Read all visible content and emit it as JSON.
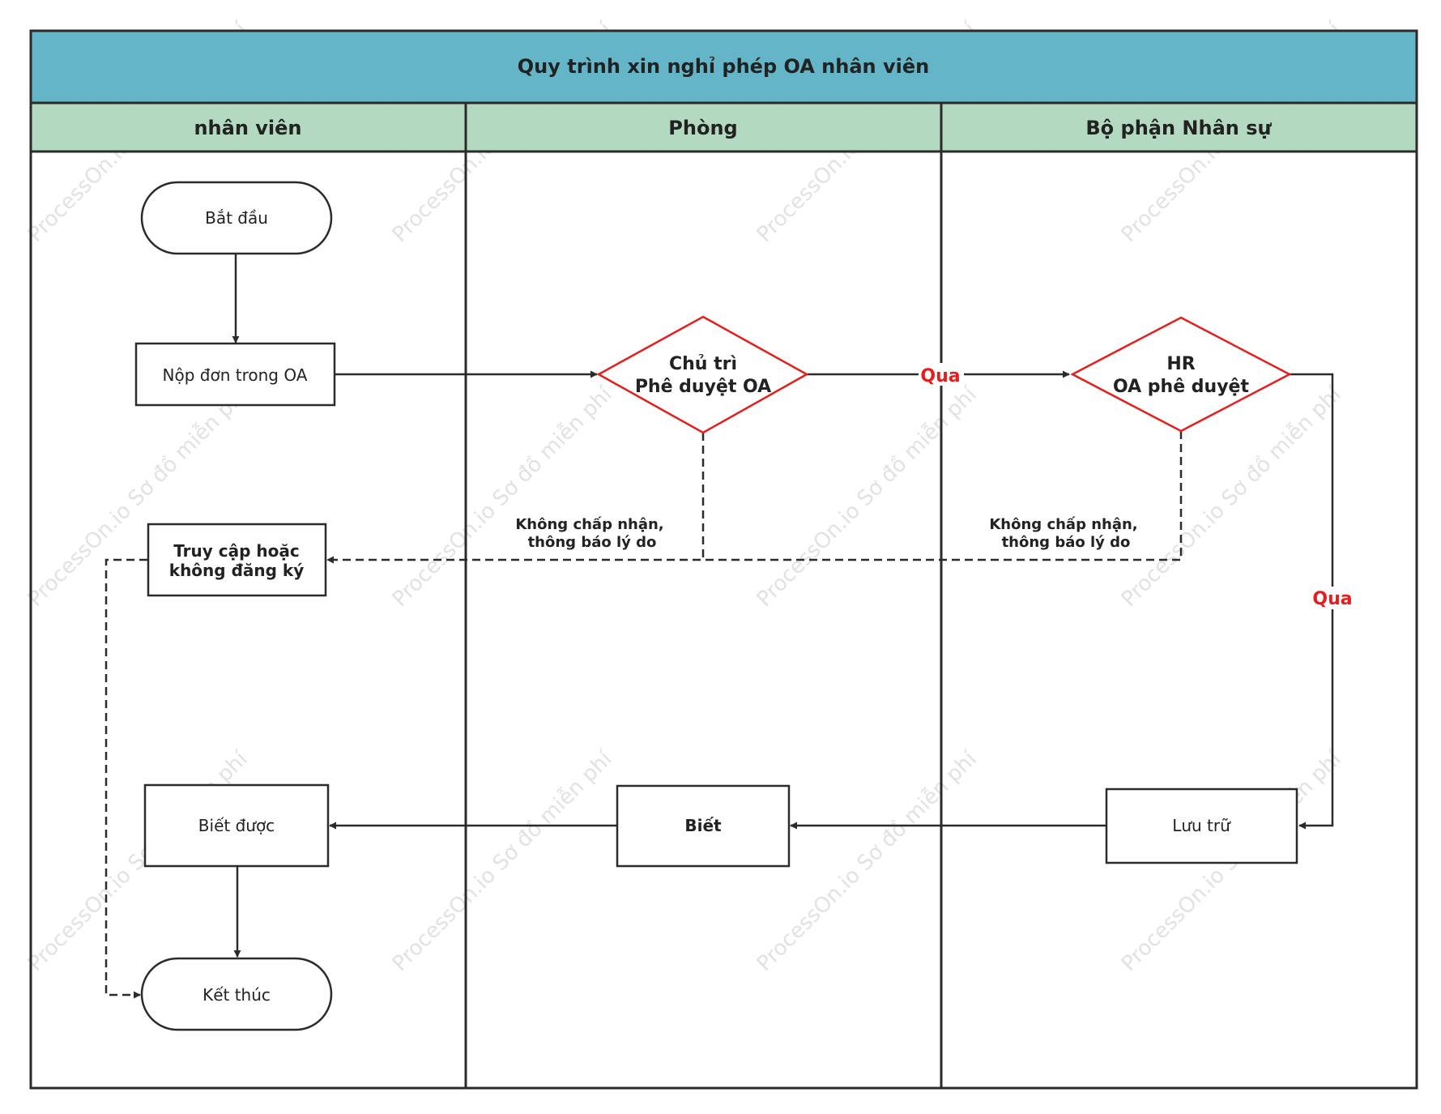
{
  "title": "Quy trình xin nghỉ phép OA nhân viên",
  "lanes": [
    {
      "label": "nhân viên"
    },
    {
      "label": "Phòng"
    },
    {
      "label": "Bộ phận Nhân sự"
    }
  ],
  "nodes": {
    "start": {
      "label": "Bắt đầu"
    },
    "submit": {
      "label": "Nộp đơn trong OA"
    },
    "manager_lines": [
      "Chủ trì",
      "Phê duyệt OA"
    ],
    "hr_lines": [
      "HR",
      "OA phê duyệt"
    ],
    "access_lines": [
      "Truy cập hoặc",
      "không đăng ký"
    ],
    "known": {
      "label": "Biết được"
    },
    "dept_known": {
      "label": "Biết"
    },
    "archive": {
      "label": "Lưu trữ"
    },
    "end": {
      "label": "Kết thúc"
    }
  },
  "edges": {
    "pass_1": "Qua",
    "pass_2": "Qua",
    "reject_1_lines": [
      "Không chấp nhận,",
      "thông báo lý do"
    ],
    "reject_2_lines": [
      "Không chấp nhận,",
      "thông báo lý do"
    ]
  },
  "watermark": "ProcessOn.io Sơ đồ miễn phí",
  "colors": {
    "title_bg": "#64b5c8",
    "lane_header_bg": "#b3d9c0",
    "decision_stroke": "#e41e1e",
    "pass_label": "#e41e1e",
    "line": "#2b2b2b"
  }
}
